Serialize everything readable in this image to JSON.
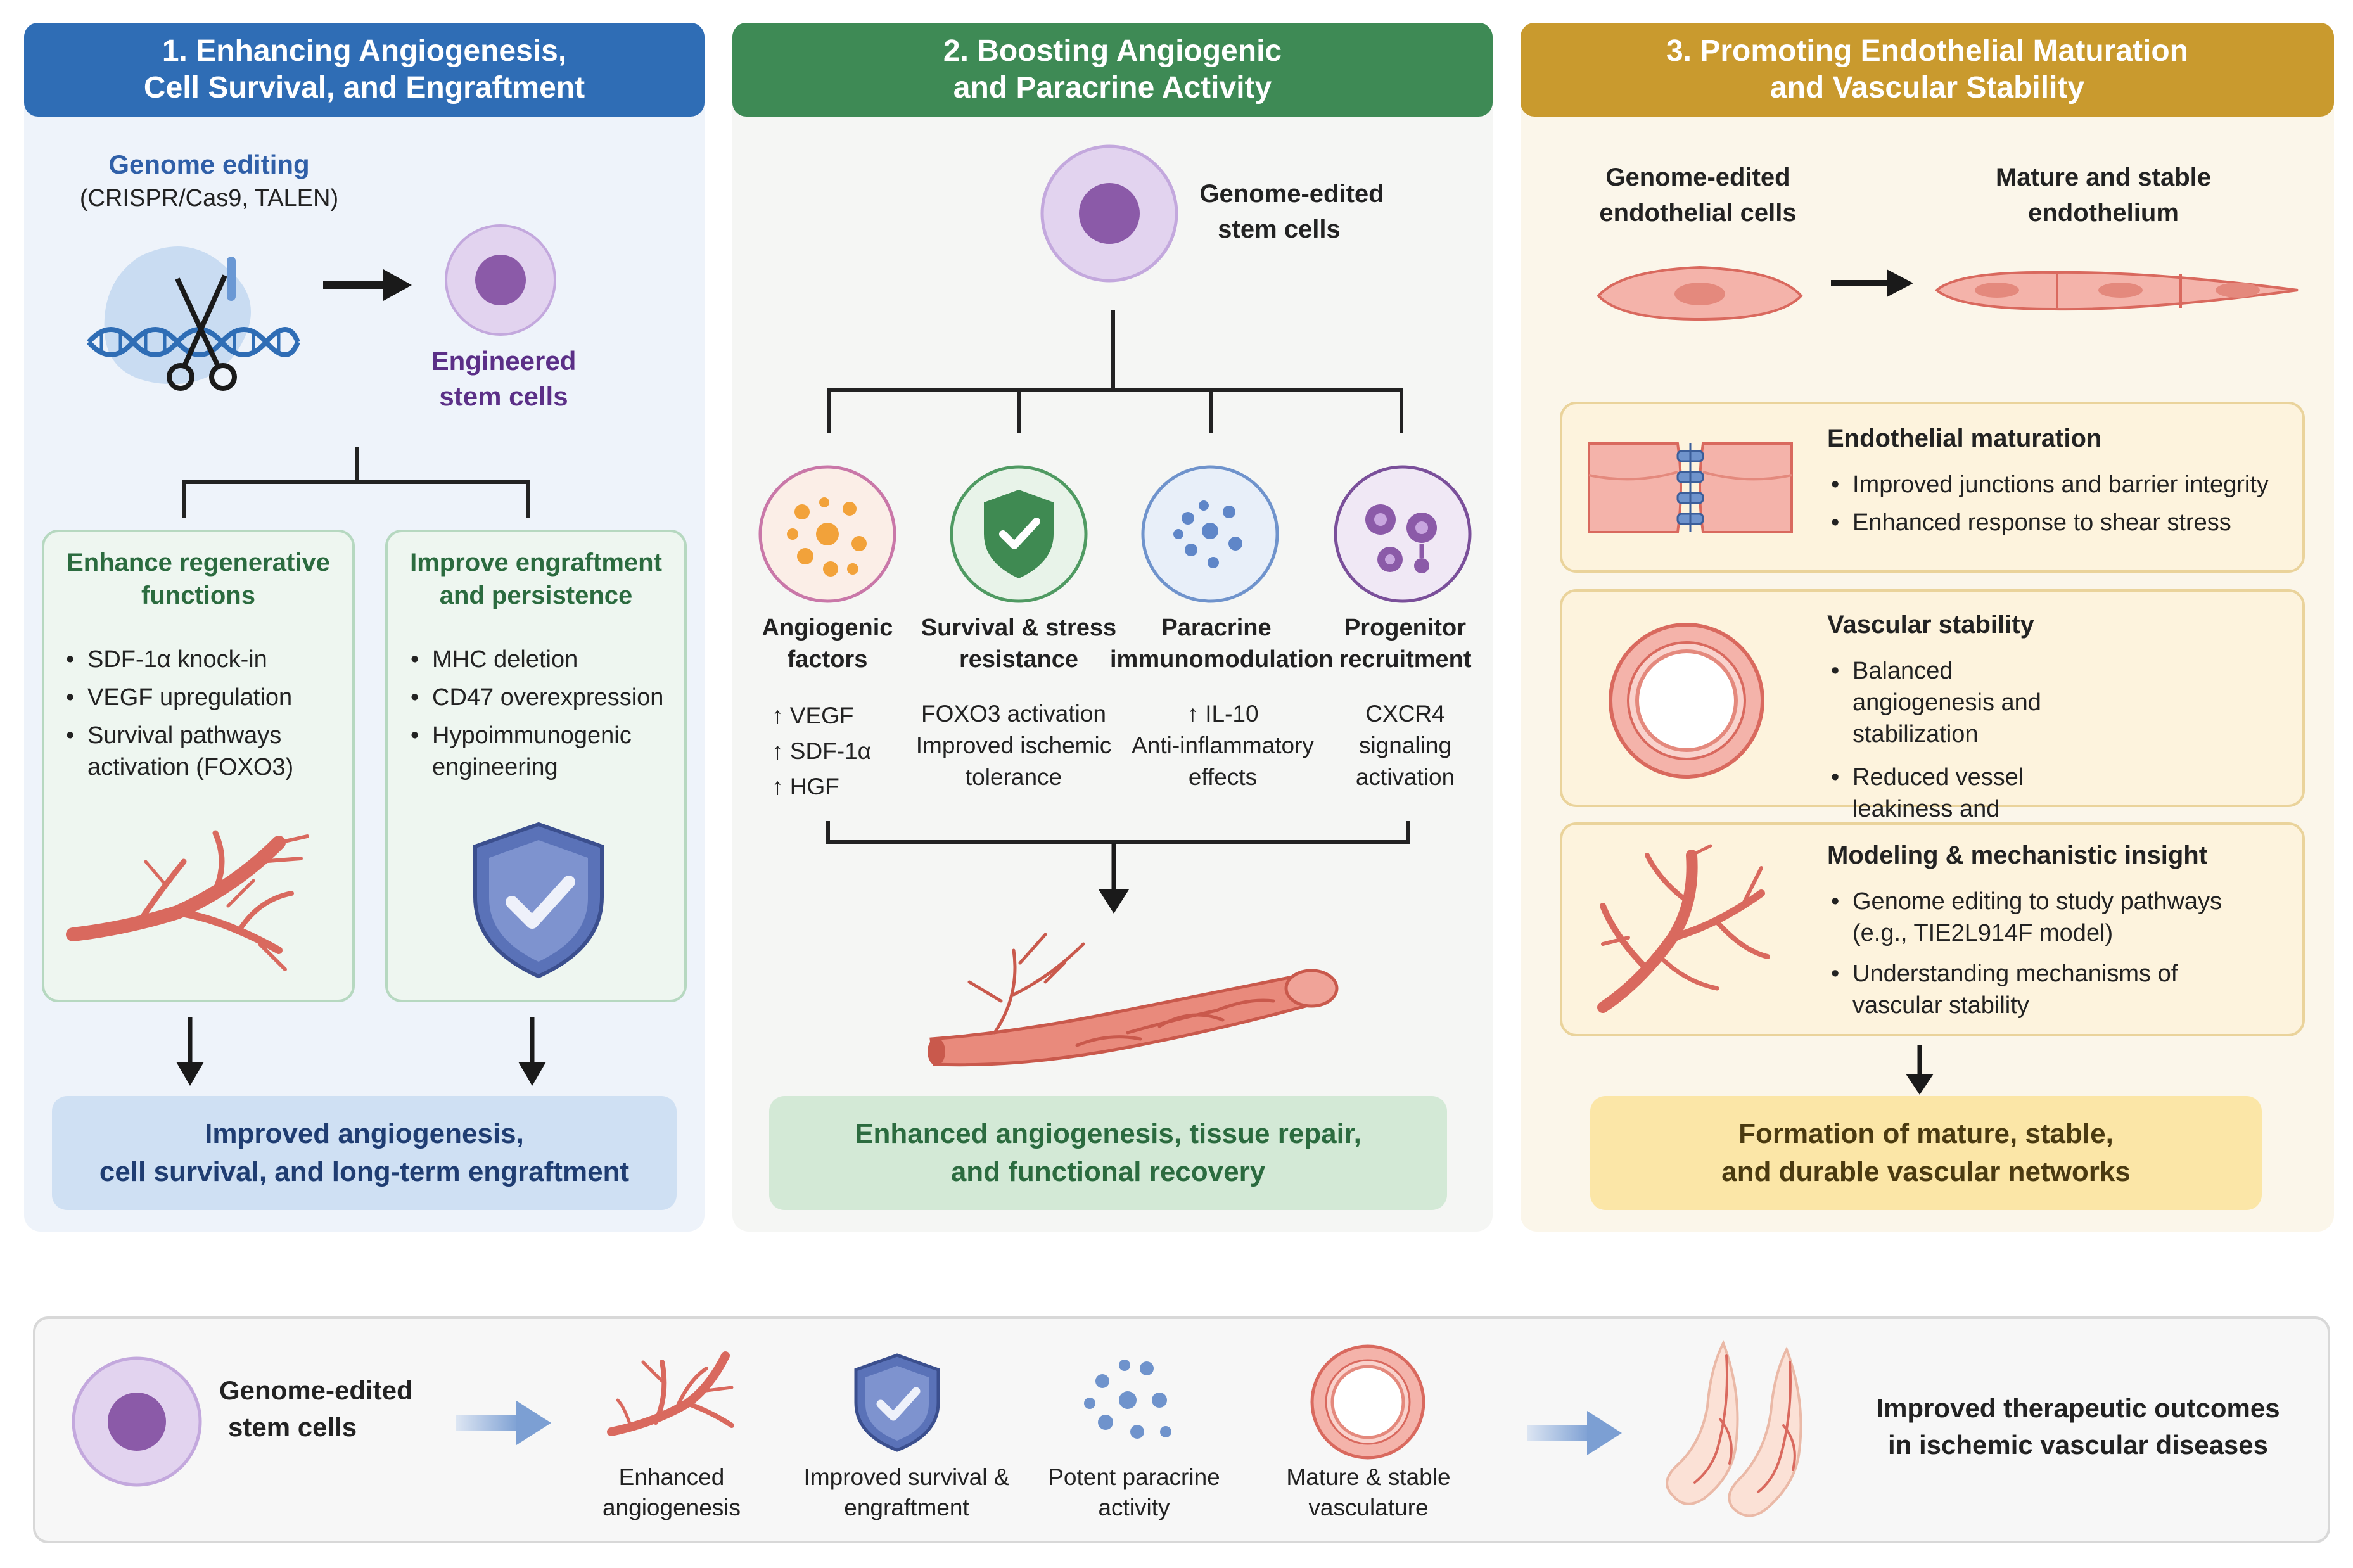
{
  "colors": {
    "blue": "#2f6db5",
    "green": "#3e8a55",
    "gold": "#c99a2e"
  },
  "panel1": {
    "title_line1": "1. Enhancing Angiogenesis,",
    "title_line2": "Cell Survival, and Engraftment",
    "genome_editing": "Genome editing",
    "genome_tools": "(CRISPR/Cas9, TALEN)",
    "engineered_line1": "Engineered",
    "engineered_line2": "stem cells",
    "box_left": {
      "title_line1": "Enhance regenerative",
      "title_line2": "functions",
      "items": [
        "SDF-1α knock-in",
        "VEGF upregulation",
        "Survival pathways activation (FOXO3)"
      ]
    },
    "box_right": {
      "title_line1": "Improve engraftment",
      "title_line2": "and persistence",
      "items": [
        "MHC deletion",
        "CD47 overexpression",
        "Hypoimmunogenic engineering"
      ]
    },
    "outcome_line1": "Improved angiogenesis,",
    "outcome_line2": "cell survival, and long-term engraftment"
  },
  "panel2": {
    "title_line1": "2. Boosting Angiogenic",
    "title_line2": "and Paracrine Activity",
    "cells_line1": "Genome-edited",
    "cells_line2": "stem cells",
    "cols": [
      {
        "label_line1": "Angiogenic",
        "label_line2": "factors",
        "lines": [
          "↑ VEGF",
          "↑ SDF-1α",
          "↑ HGF"
        ]
      },
      {
        "label_line1": "Survival & stress",
        "label_line2": "resistance",
        "lines": [
          "FOXO3 activation",
          "Improved ischemic",
          "tolerance"
        ]
      },
      {
        "label_line1": "Paracrine",
        "label_line2": "immunomodulation",
        "lines": [
          "↑ IL-10",
          "Anti-inflammatory",
          "effects"
        ]
      },
      {
        "label_line1": "Progenitor",
        "label_line2": "recruitment",
        "lines": [
          "CXCR4",
          "signaling",
          "activation"
        ]
      }
    ],
    "outcome_line1": "Enhanced angiogenesis, tissue repair,",
    "outcome_line2": "and functional recovery"
  },
  "panel3": {
    "title_line1": "3. Promoting Endothelial Maturation",
    "title_line2": "and Vascular Stability",
    "left_line1": "Genome-edited",
    "left_line2": "endothelial cells",
    "right_line1": "Mature and stable",
    "right_line2": "endothelium",
    "boxes": [
      {
        "title": "Endothelial maturation",
        "items": [
          "Improved junctions and barrier integrity",
          "Enhanced response to shear stress"
        ]
      },
      {
        "title": "Vascular stability",
        "items": [
          "Balanced angiogenesis and stabilization",
          "Reduced vessel leakiness and regression"
        ]
      },
      {
        "title": "Modeling & mechanistic insight",
        "items": [
          "Genome editing to study pathways (e.g., TIE2L914F model)",
          "Understanding mechanisms of vascular stability"
        ]
      }
    ],
    "outcome_line1": "Formation of mature, stable,",
    "outcome_line2": "and durable vascular networks"
  },
  "summary": {
    "cells_line1": "Genome-edited",
    "cells_line2": "stem cells",
    "items": [
      {
        "line1": "Enhanced",
        "line2": "angiogenesis"
      },
      {
        "line1": "Improved survival &",
        "line2": "engraftment"
      },
      {
        "line1": "Potent paracrine",
        "line2": "activity"
      },
      {
        "line1": "Mature & stable",
        "line2": "vasculature"
      }
    ],
    "final_line1": "Improved therapeutic outcomes",
    "final_line2": "in ischemic vascular diseases"
  }
}
